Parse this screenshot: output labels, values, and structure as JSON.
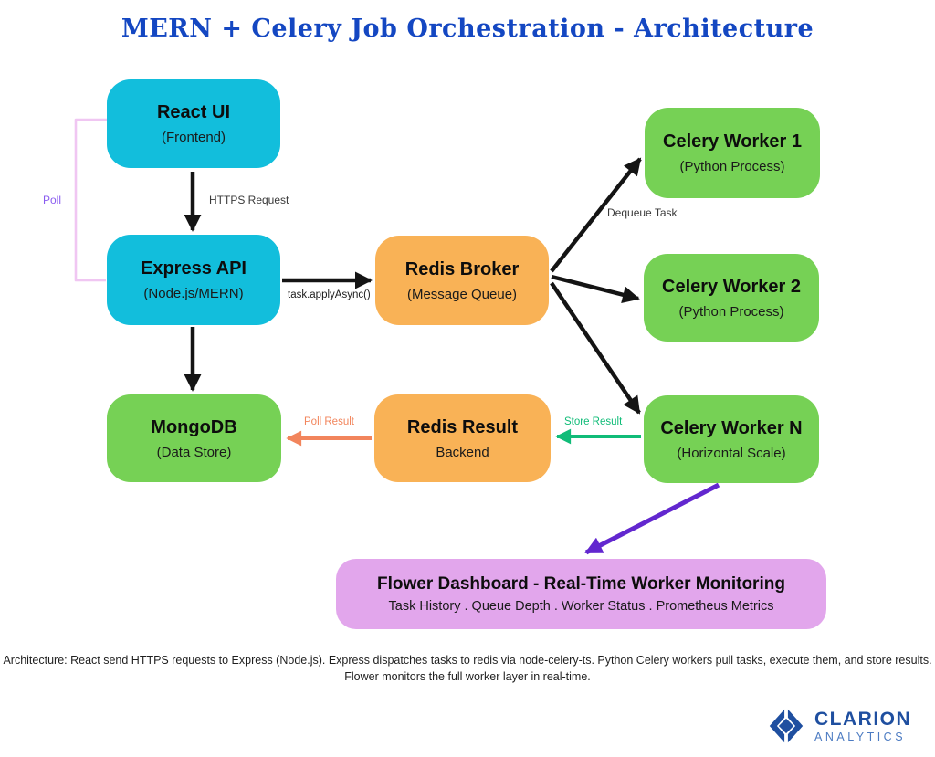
{
  "title": "MERN + Celery Job Orchestration - Architecture",
  "colors": {
    "title-blue": "#1447C2",
    "box-cyan": "#12BEDC",
    "box-green": "#76D155",
    "box-orange": "#F9B256",
    "box-lavender": "#E2A6EC",
    "arrow-black": "#141414",
    "arrow-green": "#10BC78",
    "arrow-salmon": "#F2855C",
    "arrow-purple": "#6227CF",
    "line-pink": "#F0C6F2",
    "label-purple": "#8A5CF0",
    "label-gray": "#3A3A3A",
    "logo-blue": "#1F4FA0",
    "logo-light-blue": "#4C7BC2"
  },
  "nodes": {
    "react_ui": {
      "title": "React UI",
      "subtitle": "(Frontend)"
    },
    "express_api": {
      "title": "Express API",
      "subtitle": "(Node.js/MERN)"
    },
    "redis_broker": {
      "title": "Redis Broker",
      "subtitle": "(Message Queue)"
    },
    "celery_worker_1": {
      "title": "Celery Worker 1",
      "subtitle": "(Python Process)"
    },
    "celery_worker_2": {
      "title": "Celery Worker 2",
      "subtitle": "(Python Process)"
    },
    "celery_worker_n": {
      "title": "Celery Worker N",
      "subtitle": "(Horizontal Scale)"
    },
    "mongodb": {
      "title": "MongoDB",
      "subtitle": "(Data Store)"
    },
    "redis_result": {
      "title": "Redis Result",
      "subtitle": "Backend"
    },
    "flower": {
      "title": "Flower Dashboard - Real-Time Worker Monitoring",
      "subtitle": "Task History . Queue Depth . Worker Status . Prometheus Metrics"
    }
  },
  "edge_labels": {
    "https_request": "HTTPS Request",
    "task_apply_async": "task.applyAsync()",
    "dequeue_task": "Dequeue Task",
    "store_result": "Store Result",
    "poll_result": "Poll Result",
    "poll": "Poll"
  },
  "footer": {
    "line1": "Architecture: React send HTTPS requests to Express (Node.js). Express dispatches tasks to redis via node-celery-ts. Python Celery workers pull tasks, execute them, and store results.",
    "line2": "Flower monitors the full worker layer in real-time."
  },
  "logo": {
    "name": "CLARION",
    "tagline": "ANALYTICS"
  }
}
